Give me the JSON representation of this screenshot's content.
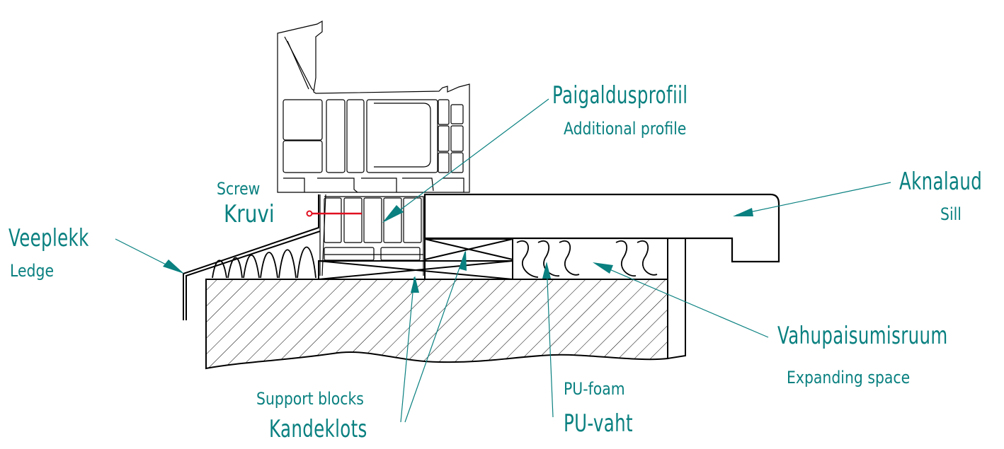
{
  "title": "Window sill installation detail",
  "colors": {
    "label": "#0a8080",
    "outline": "#000000",
    "screw": "#e01020"
  },
  "labels": {
    "paigaldusprofiil": {
      "primary": "Paigaldusprofiil",
      "secondary": "Additional profile"
    },
    "aknalaud": {
      "primary": "Aknalaud",
      "secondary": "Sill"
    },
    "kruvi": {
      "primary": "Kruvi",
      "secondary": "Screw"
    },
    "veeplekk": {
      "primary": "Veeplekk",
      "secondary": "Ledge"
    },
    "vahupaisumisruum": {
      "primary": "Vahupaisumisruum",
      "secondary": "Expanding space"
    },
    "kandeklots": {
      "primary": "Kandeklots",
      "secondary": "Support blocks"
    },
    "pu_vaht": {
      "primary": "PU-vaht",
      "secondary": "PU-foam"
    }
  }
}
